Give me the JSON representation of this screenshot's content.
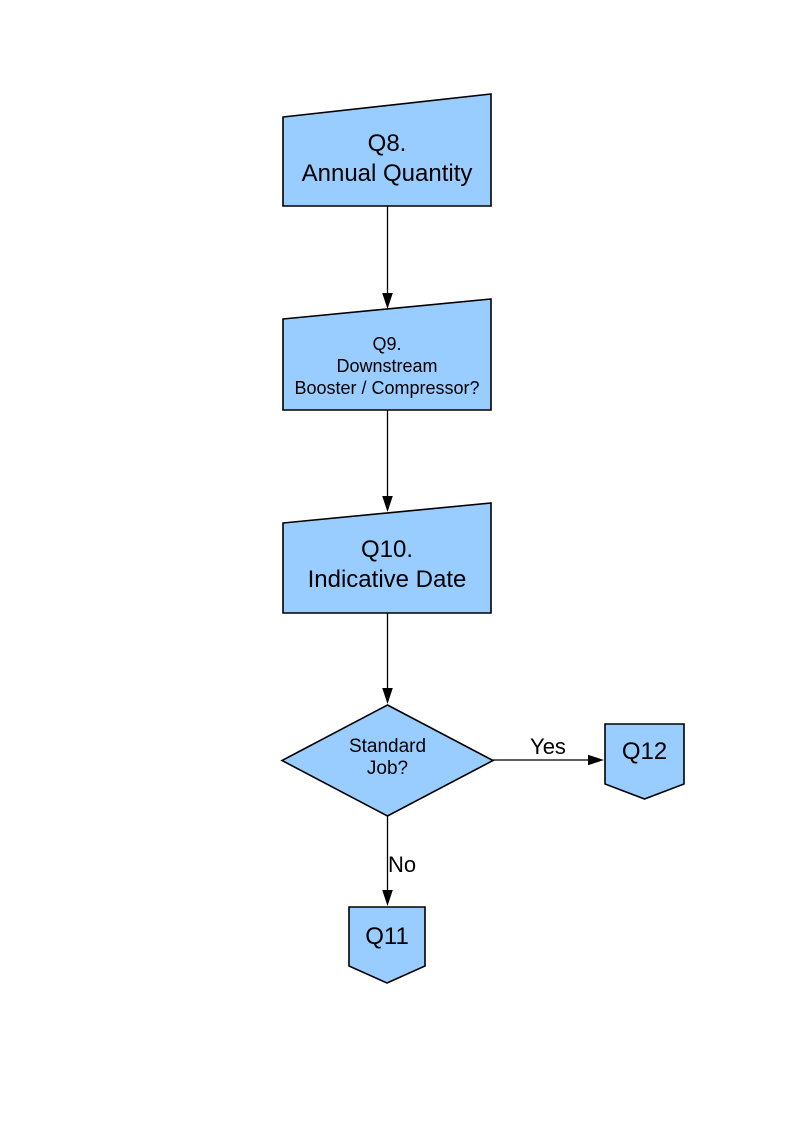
{
  "page": {
    "background": "#ffffff"
  },
  "diagram": {
    "fill": "#99CCFF",
    "stroke": "#000000",
    "connector_color": "#000000",
    "nodes": {
      "q8": {
        "type": "manual-input",
        "lines": [
          "Q8.",
          "Annual Quantity"
        ]
      },
      "q9": {
        "type": "manual-input",
        "lines": [
          "Q9.",
          "Downstream",
          "Booster / Compressor?"
        ]
      },
      "q10": {
        "type": "manual-input",
        "lines": [
          "Q10.",
          "Indicative Date"
        ]
      },
      "decision": {
        "type": "decision",
        "lines": [
          "Standard",
          "Job?"
        ]
      },
      "q12": {
        "type": "off-page-connector",
        "label": "Q12"
      },
      "q11": {
        "type": "off-page-connector",
        "label": "Q11"
      }
    },
    "edges": {
      "q8_q9": {
        "from": "q8",
        "to": "q9",
        "label": ""
      },
      "q9_q10": {
        "from": "q9",
        "to": "q10",
        "label": ""
      },
      "q10_decision": {
        "from": "q10",
        "to": "decision",
        "label": ""
      },
      "decision_q12": {
        "from": "decision",
        "to": "q12",
        "label": "Yes"
      },
      "decision_q11": {
        "from": "decision",
        "to": "q11",
        "label": "No"
      }
    }
  }
}
